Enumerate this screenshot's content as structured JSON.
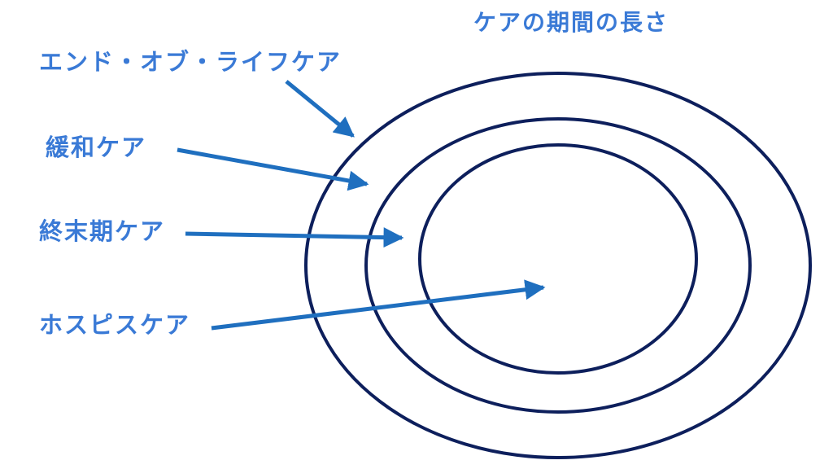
{
  "title": "ケアの期間の長さ",
  "labels": {
    "end_of_life_care": "エンド・オブ・ライフケア",
    "palliative_care": "緩和ケア",
    "terminal_care": "終末期ケア",
    "hospice_care": "ホスピスケア"
  },
  "colors": {
    "text": "#3a7ad6",
    "arrow": "#1f6fbf",
    "ring": "#0d1f5c"
  }
}
